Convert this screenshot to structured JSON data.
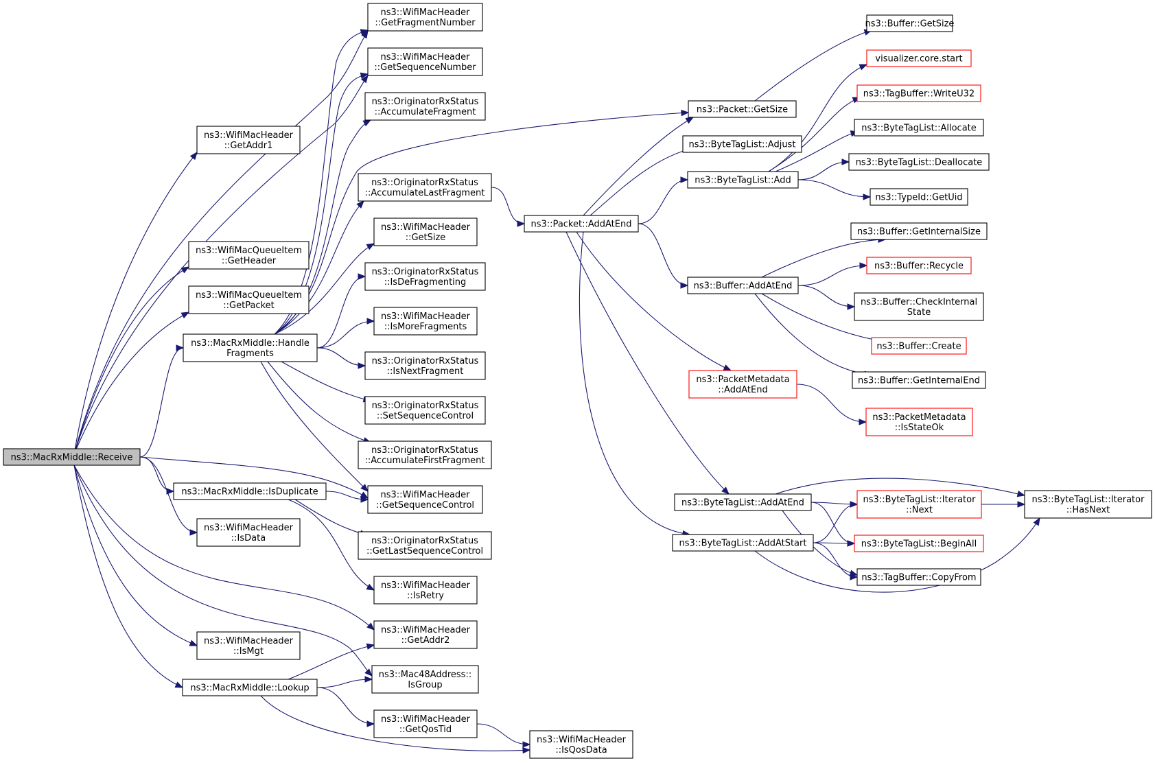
{
  "nodes": [
    {
      "id": "receive",
      "lines": [
        "ns3::MacRxMiddle::Receive"
      ],
      "style": "root"
    },
    {
      "id": "get_addr1",
      "lines": [
        "ns3::WifiMacHeader",
        "::GetAddr1"
      ]
    },
    {
      "id": "queue_get_header",
      "lines": [
        "ns3::WifiMacQueueItem",
        "::GetHeader"
      ]
    },
    {
      "id": "queue_get_packet",
      "lines": [
        "ns3::WifiMacQueueItem",
        "::GetPacket"
      ]
    },
    {
      "id": "handle_fragments",
      "lines": [
        "ns3::MacRxMiddle::Handle",
        "Fragments"
      ]
    },
    {
      "id": "is_duplicate",
      "lines": [
        "ns3::MacRxMiddle::IsDuplicate"
      ]
    },
    {
      "id": "is_data",
      "lines": [
        "ns3::WifiMacHeader",
        "::IsData"
      ]
    },
    {
      "id": "is_mgt",
      "lines": [
        "ns3::WifiMacHeader",
        "::IsMgt"
      ]
    },
    {
      "id": "lookup",
      "lines": [
        "ns3::MacRxMiddle::Lookup"
      ]
    },
    {
      "id": "get_fragment_number",
      "lines": [
        "ns3::WifiMacHeader",
        "::GetFragmentNumber"
      ]
    },
    {
      "id": "get_sequence_number",
      "lines": [
        "ns3::WifiMacHeader",
        "::GetSequenceNumber"
      ]
    },
    {
      "id": "accumulate_fragment",
      "lines": [
        "ns3::OriginatorRxStatus",
        "::AccumulateFragment"
      ]
    },
    {
      "id": "accumulate_last_fragment",
      "lines": [
        "ns3::OriginatorRxStatus",
        "::AccumulateLastFragment"
      ]
    },
    {
      "id": "get_size_hdr",
      "lines": [
        "ns3::WifiMacHeader",
        "::GetSize"
      ]
    },
    {
      "id": "is_defragmenting",
      "lines": [
        "ns3::OriginatorRxStatus",
        "::IsDeFragmenting"
      ]
    },
    {
      "id": "is_more_fragments",
      "lines": [
        "ns3::WifiMacHeader",
        "::IsMoreFragments"
      ]
    },
    {
      "id": "is_next_fragment",
      "lines": [
        "ns3::OriginatorRxStatus",
        "::IsNextFragment"
      ]
    },
    {
      "id": "set_sequence_control",
      "lines": [
        "ns3::OriginatorRxStatus",
        "::SetSequenceControl"
      ]
    },
    {
      "id": "accumulate_first_fragment",
      "lines": [
        "ns3::OriginatorRxStatus",
        "::AccumulateFirstFragment"
      ]
    },
    {
      "id": "get_sequence_control",
      "lines": [
        "ns3::WifiMacHeader",
        "::GetSequenceControl"
      ]
    },
    {
      "id": "get_last_sequence_control",
      "lines": [
        "ns3::OriginatorRxStatus",
        "::GetLastSequenceControl"
      ]
    },
    {
      "id": "is_retry",
      "lines": [
        "ns3::WifiMacHeader",
        "::IsRetry"
      ]
    },
    {
      "id": "get_addr2",
      "lines": [
        "ns3::WifiMacHeader",
        "::GetAddr2"
      ]
    },
    {
      "id": "is_group",
      "lines": [
        "ns3::Mac48Address::",
        "IsGroup"
      ]
    },
    {
      "id": "get_qos_tid",
      "lines": [
        "ns3::WifiMacHeader",
        "::GetQosTid"
      ]
    },
    {
      "id": "is_qos_data",
      "lines": [
        "ns3::WifiMacHeader",
        "::IsQosData"
      ]
    },
    {
      "id": "packet_get_size",
      "lines": [
        "ns3::Packet::GetSize"
      ]
    },
    {
      "id": "packet_add_at_end",
      "lines": [
        "ns3::Packet::AddAtEnd"
      ]
    },
    {
      "id": "btl_adjust",
      "lines": [
        "ns3::ByteTagList::Adjust"
      ]
    },
    {
      "id": "btl_add",
      "lines": [
        "ns3::ByteTagList::Add"
      ]
    },
    {
      "id": "buffer_add_at_end",
      "lines": [
        "ns3::Buffer::AddAtEnd"
      ]
    },
    {
      "id": "pm_add_at_end",
      "lines": [
        "ns3::PacketMetadata",
        "::AddAtEnd"
      ],
      "style": "truncated"
    },
    {
      "id": "btl_add_at_end",
      "lines": [
        "ns3::ByteTagList::AddAtEnd"
      ]
    },
    {
      "id": "btl_add_at_start",
      "lines": [
        "ns3::ByteTagList::AddAtStart"
      ]
    },
    {
      "id": "buffer_get_size",
      "lines": [
        "ns3::Buffer::GetSize"
      ]
    },
    {
      "id": "viz_core_start",
      "lines": [
        "visualizer.core.start"
      ],
      "style": "truncated"
    },
    {
      "id": "tagbuffer_write_u32",
      "lines": [
        "ns3::TagBuffer::WriteU32"
      ],
      "style": "truncated"
    },
    {
      "id": "btl_allocate",
      "lines": [
        "ns3::ByteTagList::Allocate"
      ]
    },
    {
      "id": "btl_deallocate",
      "lines": [
        "ns3::ByteTagList::Deallocate"
      ]
    },
    {
      "id": "typeid_get_uid",
      "lines": [
        "ns3::TypeId::GetUid"
      ]
    },
    {
      "id": "buffer_get_internal_size",
      "lines": [
        "ns3::Buffer::GetInternalSize"
      ]
    },
    {
      "id": "buffer_recycle",
      "lines": [
        "ns3::Buffer::Recycle"
      ],
      "style": "truncated"
    },
    {
      "id": "buffer_check_internal_state",
      "lines": [
        "ns3::Buffer::CheckInternal",
        "State"
      ]
    },
    {
      "id": "buffer_create",
      "lines": [
        "ns3::Buffer::Create"
      ],
      "style": "truncated"
    },
    {
      "id": "buffer_get_internal_end",
      "lines": [
        "ns3::Buffer::GetInternalEnd"
      ]
    },
    {
      "id": "pm_is_state_ok",
      "lines": [
        "ns3::PacketMetadata",
        "::IsStateOk"
      ],
      "style": "truncated"
    },
    {
      "id": "btl_iterator_next",
      "lines": [
        "ns3::ByteTagList::Iterator",
        "::Next"
      ],
      "style": "truncated"
    },
    {
      "id": "btl_begin_all",
      "lines": [
        "ns3::ByteTagList::BeginAll"
      ],
      "style": "truncated"
    },
    {
      "id": "tagbuffer_copy_from",
      "lines": [
        "ns3::TagBuffer::CopyFrom"
      ]
    },
    {
      "id": "btl_iterator_has_next",
      "lines": [
        "ns3::ByteTagList::Iterator",
        "::HasNext"
      ]
    }
  ],
  "edges": [
    [
      "receive",
      "get_addr1"
    ],
    [
      "receive",
      "get_fragment_number"
    ],
    [
      "receive",
      "get_sequence_number"
    ],
    [
      "receive",
      "queue_get_header"
    ],
    [
      "receive",
      "queue_get_packet"
    ],
    [
      "receive",
      "handle_fragments"
    ],
    [
      "receive",
      "get_sequence_control"
    ],
    [
      "receive",
      "is_duplicate"
    ],
    [
      "receive",
      "is_data"
    ],
    [
      "receive",
      "get_addr2"
    ],
    [
      "receive",
      "is_group"
    ],
    [
      "receive",
      "is_mgt"
    ],
    [
      "receive",
      "lookup"
    ],
    [
      "handle_fragments",
      "get_fragment_number"
    ],
    [
      "handle_fragments",
      "get_sequence_number"
    ],
    [
      "handle_fragments",
      "accumulate_fragment"
    ],
    [
      "handle_fragments",
      "packet_get_size"
    ],
    [
      "handle_fragments",
      "accumulate_last_fragment"
    ],
    [
      "handle_fragments",
      "get_size_hdr"
    ],
    [
      "handle_fragments",
      "is_defragmenting"
    ],
    [
      "handle_fragments",
      "is_more_fragments"
    ],
    [
      "handle_fragments",
      "is_next_fragment"
    ],
    [
      "handle_fragments",
      "set_sequence_control"
    ],
    [
      "handle_fragments",
      "accumulate_first_fragment"
    ],
    [
      "handle_fragments",
      "get_sequence_control"
    ],
    [
      "is_duplicate",
      "get_sequence_control"
    ],
    [
      "is_duplicate",
      "get_last_sequence_control"
    ],
    [
      "is_duplicate",
      "is_retry"
    ],
    [
      "lookup",
      "get_addr2"
    ],
    [
      "lookup",
      "is_group"
    ],
    [
      "lookup",
      "get_qos_tid"
    ],
    [
      "lookup",
      "is_qos_data"
    ],
    [
      "get_qos_tid",
      "is_qos_data"
    ],
    [
      "accumulate_last_fragment",
      "packet_add_at_end"
    ],
    [
      "packet_add_at_end",
      "packet_get_size"
    ],
    [
      "packet_add_at_end",
      "btl_adjust"
    ],
    [
      "packet_add_at_end",
      "btl_add"
    ],
    [
      "packet_add_at_end",
      "buffer_add_at_end"
    ],
    [
      "packet_add_at_end",
      "pm_add_at_end"
    ],
    [
      "packet_add_at_end",
      "btl_add_at_end"
    ],
    [
      "packet_add_at_end",
      "btl_add_at_start"
    ],
    [
      "packet_get_size",
      "buffer_get_size"
    ],
    [
      "btl_add",
      "viz_core_start"
    ],
    [
      "btl_add",
      "tagbuffer_write_u32"
    ],
    [
      "btl_add",
      "btl_allocate"
    ],
    [
      "btl_add",
      "btl_deallocate"
    ],
    [
      "btl_add",
      "typeid_get_uid"
    ],
    [
      "buffer_add_at_end",
      "buffer_get_internal_size"
    ],
    [
      "buffer_add_at_end",
      "buffer_recycle"
    ],
    [
      "buffer_add_at_end",
      "buffer_check_internal_state"
    ],
    [
      "buffer_add_at_end",
      "buffer_create"
    ],
    [
      "buffer_add_at_end",
      "buffer_get_internal_end"
    ],
    [
      "pm_add_at_end",
      "pm_is_state_ok"
    ],
    [
      "btl_add_at_end",
      "btl_iterator_has_next"
    ],
    [
      "btl_add_at_end",
      "btl_iterator_next"
    ],
    [
      "btl_add_at_end",
      "btl_begin_all"
    ],
    [
      "btl_add_at_end",
      "tagbuffer_copy_from"
    ],
    [
      "btl_add_at_start",
      "btl_iterator_next"
    ],
    [
      "btl_add_at_start",
      "btl_begin_all"
    ],
    [
      "btl_add_at_start",
      "tagbuffer_copy_from"
    ],
    [
      "btl_add_at_start",
      "btl_iterator_has_next"
    ],
    [
      "btl_iterator_next",
      "btl_iterator_has_next"
    ]
  ],
  "colors": {
    "edge": "#191970",
    "node_border": "#000000",
    "truncated_border": "#ff0000",
    "root_fill": "#bfbfbf",
    "node_fill": "#ffffff"
  }
}
